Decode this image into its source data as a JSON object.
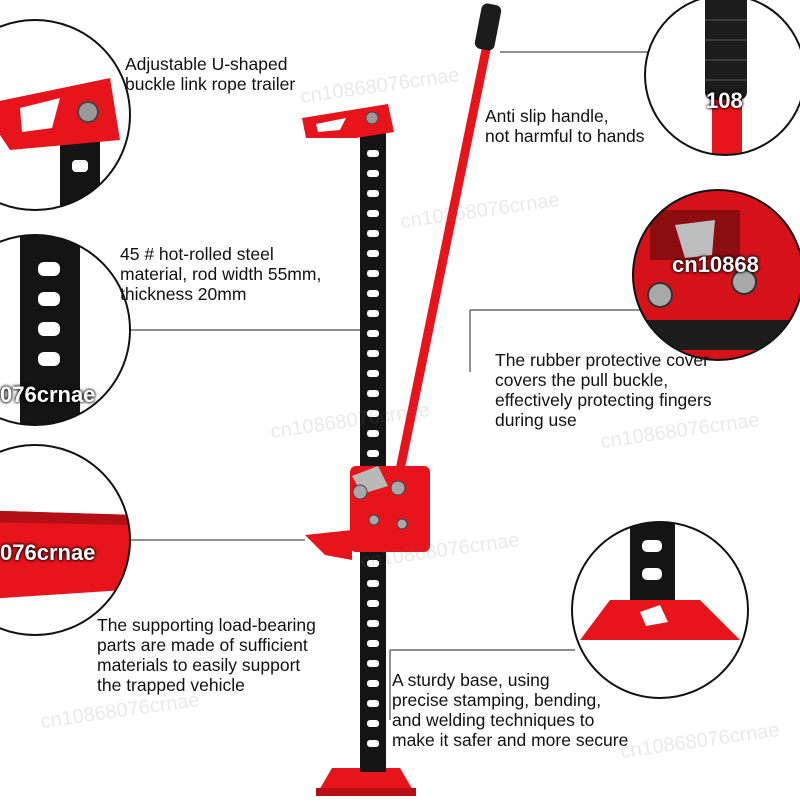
{
  "captions": {
    "rope_trailer": "Adjustable U-shaped\nbuckle link rope trailer",
    "handle": "Anti slip handle,\nnot harmful to hands",
    "steel": "45 # hot-rolled steel\nmaterial, rod width 55mm,\nthickness 20mm",
    "cover": "The rubber protective cover\ncovers the pull buckle,\neffectively protecting fingers\nduring use",
    "load_bearing": "The supporting load-bearing\nparts are made of sufficient\nmaterials to easily support\nthe trapped vehicle",
    "base": "A sturdy base, using\nprecise stamping, bending,\nand welding techniques to\nmake it safer and more secure"
  },
  "callout_labels": {
    "handle": "108",
    "mechanism": "cn10868",
    "steel": "076crnae",
    "load": "076crnae"
  },
  "watermark": "cn10868076crnae",
  "colors": {
    "jack_red": "#e8141c",
    "steel_black": "#141414",
    "rubber_black": "#1c1c1c",
    "line": "#222222"
  }
}
